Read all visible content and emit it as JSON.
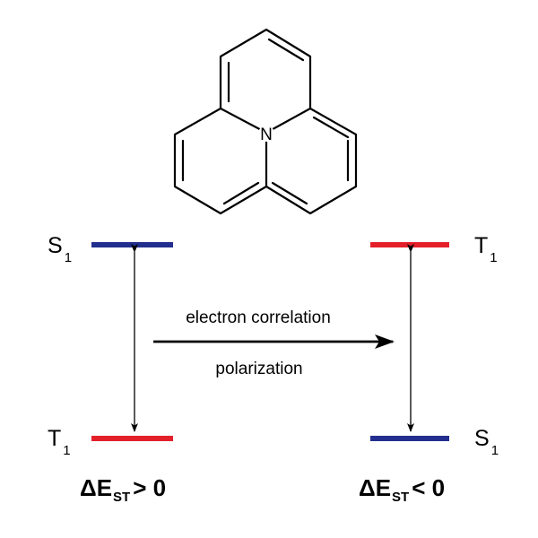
{
  "molecule": {
    "heteroatom": "N"
  },
  "left": {
    "upper": {
      "main": "S",
      "sub": "1"
    },
    "lower": {
      "main": "T",
      "sub": "1"
    },
    "gap": {
      "main": "ΔE",
      "sub": "ST",
      "rel": "> 0"
    }
  },
  "right": {
    "upper": {
      "main": "T",
      "sub": "1"
    },
    "lower": {
      "main": "S",
      "sub": "1"
    },
    "gap": {
      "main": "ΔE",
      "sub": "ST",
      "rel": "< 0"
    }
  },
  "arrow": {
    "above": "electron correlation",
    "below": "polarization"
  },
  "colors": {
    "singlet": "#232f8e",
    "triplet": "#e3202a",
    "nitrogen": "#232f8e",
    "ink": "#000000"
  }
}
